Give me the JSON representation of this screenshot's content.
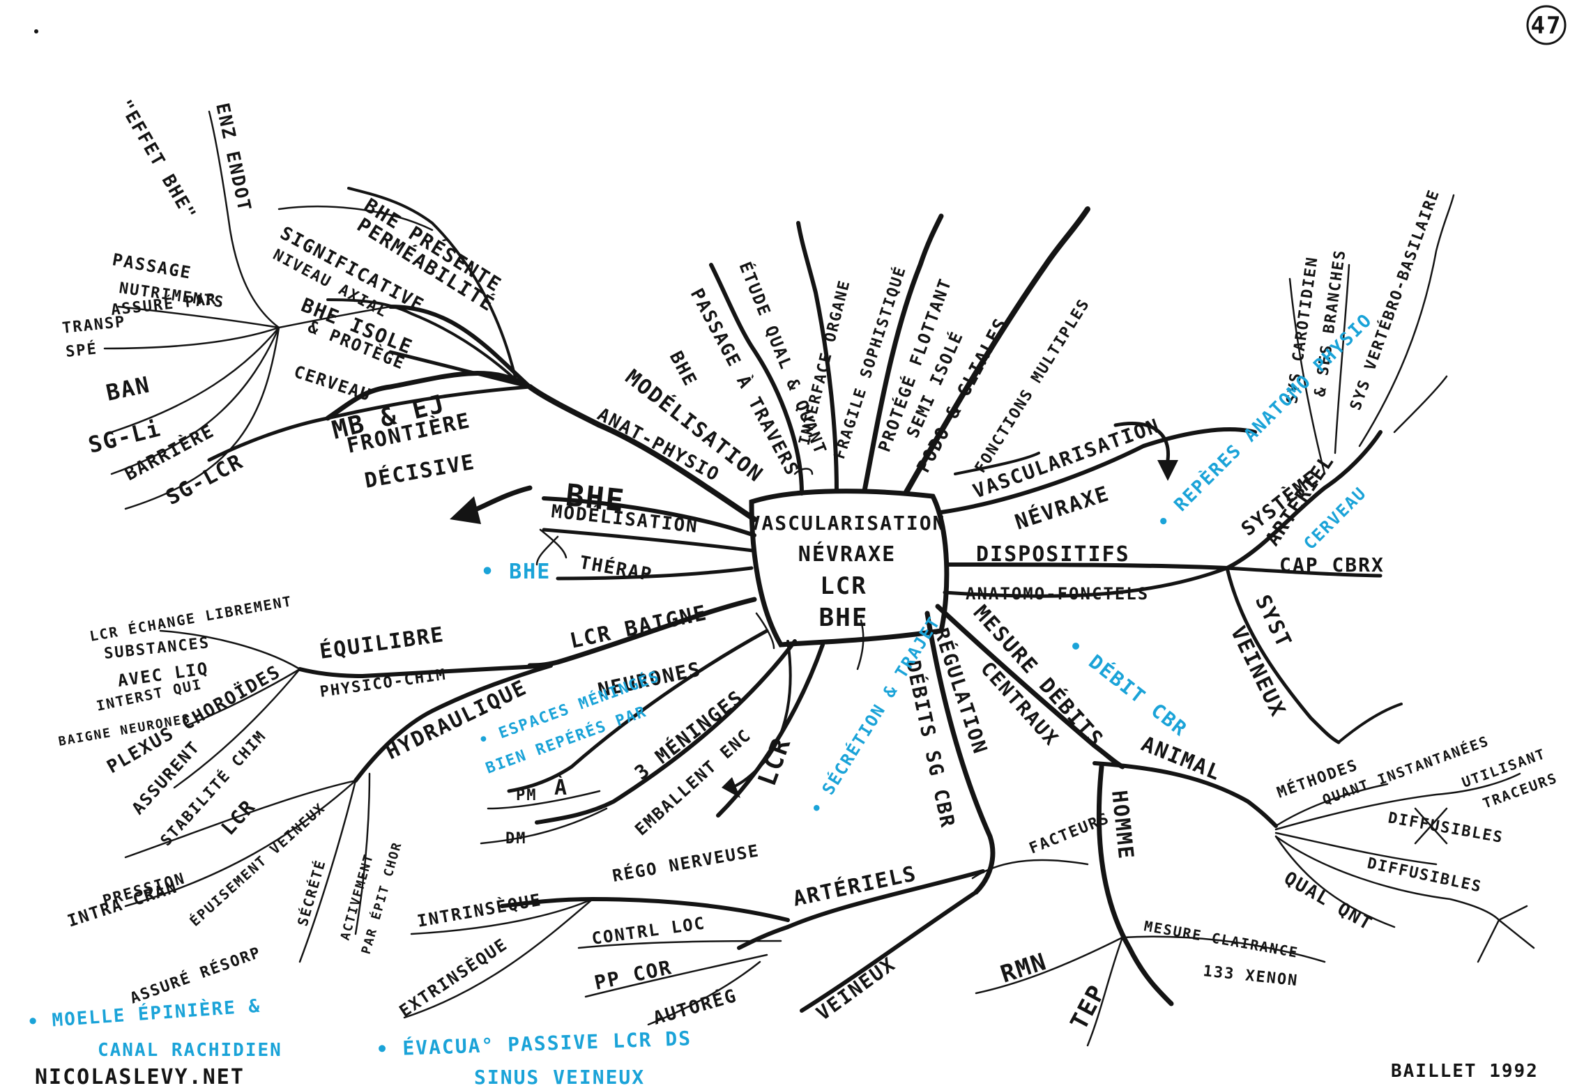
{
  "page_number": "47",
  "center": {
    "line1": "VASCULARISATION",
    "line2": "NÉVRAXE",
    "line3": "LCR",
    "line4": "BHE"
  },
  "bhe_branch": {
    "main": "BHE",
    "frontiere": "FRONTIÈRE",
    "decisive": "DÉCISIVE",
    "mb_ej": "MB & EJ",
    "cerveau": "CERVEAU",
    "bhe_isole": "BHE ISOLE",
    "et_protege": "& PROTÈGE",
    "significative": "SIGNIFICATIVE",
    "niveau_axial": "NIVEAU AXIAL",
    "bhe_presente": "BHE PRÉSENTE",
    "permeabilite": "PERMÉABILITÉ",
    "enz_endo": "ENZ ENDOT",
    "effet_bhe": "\"EFFET BHE\"",
    "passage": "PASSAGE",
    "nutriments": "NUTRIMENTS",
    "assure_par": "ASSURÉ PAR",
    "transp": "TRANSP",
    "spe": "SPÉ",
    "ban": "BAN",
    "sg_li": "SG-Li",
    "barriere": "BARRIÈRE",
    "sg_lcr": "SG-LCR",
    "anat_physio": "ANAT-PHYSIO",
    "modelisation_up": "MODÉLISATION",
    "modelisation": "MODÉLISATION",
    "therap": "THÉRAP",
    "bhe_passage": "BHE",
    "passage_travers": "PASSAGE À TRAVERS",
    "etude_qual": "ÉTUDE QUAL & QUANT",
    "blue_bhe": "• BHE"
  },
  "upper_branches": {
    "interface": "INTERFACE ORGANE",
    "fragile": "FRAGILE SOPHISTIQUÉ",
    "protege": "PROTÉGÉ FLOTTANT",
    "semi_isole": "SEMI ISOLÉ",
    "podo": "PODO & GLIALES",
    "fonctions": "FONCTIONS MULTIPLES"
  },
  "right_branch": {
    "vascularisation": "VASCULARISATION",
    "nevraxe": "NÉVRAXE",
    "dispositifs": "DISPOSITIFS",
    "anatomo": "ANATOMO-FONCTELS",
    "systeme": "SYSTÈME",
    "arteriel": "ARTÉRIEL",
    "cap_cbrx": "CAP CBRX",
    "syst": "SYST",
    "veineux": "VEINEUX",
    "sys_carotidien": "SYS CAROTIDIEN",
    "ses_branches": "& SES BRANCHES",
    "sys_vertebro": "SYS VERTÉBRO-BASILAIRE",
    "blue_reperes": "• REPÈRES ANATOMO PHYSIO",
    "blue_cerveau": "CERVEAU"
  },
  "mesure_branch": {
    "mesure_debits": "MESURE DÉBITS",
    "centraux": "CENTRAUX",
    "blue_debit": "• DÉBIT CBR",
    "animal": "ANIMAL",
    "methodes": "MÉTHODES",
    "quant_inst": "QUANT INSTANTANÉES",
    "utilisant": "UTILISANT",
    "traceurs": "TRACEURS",
    "diffusibles_crossed": "DIFFUSIBLES",
    "diffusibles": "DIFFUSIBLES",
    "qual_qnt": "QUAL QNT",
    "homme": "HOMME",
    "mesure_clairance": "MESURE CLAIRANCE",
    "xenon": "133 XENON",
    "rmn": "RMN",
    "tep": "TEP"
  },
  "regulation_branch": {
    "regulation": "RÉGULATION",
    "debits_sg_cbr": "DÉBITS SG CBR",
    "facteurs": "FACTEURS",
    "arteriels": "ARTÉRIELS",
    "veineux": "VEINEUX",
    "rego_nerveuse": "RÉGO NERVEUSE",
    "intrinseque": "INTRINSÈQUE",
    "extrinseque": "EXTRINSÈQUE",
    "contrl_loc": "CONTRL LOC",
    "pp_cor": "PP COR",
    "autoreg": "AUTORÉG",
    "blue_secretion": "• SÉCRÉTION & TRAJET"
  },
  "lcr_branch": {
    "lcr_baigne": "LCR BAIGNE",
    "neurones": "NEURONES",
    "equilibre": "ÉQUILIBRE",
    "physico_chim": "PHYSICO-CHIM",
    "lcr_echange": "LCR ÉCHANGE LIBREMENT",
    "substances": "SUBSTANCES",
    "avec_liq": "AVEC LIQ",
    "interst": "INTERST QUI",
    "baigne_neurones": "BAIGNE NEURONES",
    "plexus": "PLEXUS CHOROÏDES",
    "assurent": "ASSURENT",
    "stabilite": "STABILITÉ CHIM",
    "lcr": "LCR",
    "hydraulique": "HYDRAULIQUE",
    "pression": "PRESSION",
    "intra_cran": "INTRA CRAN",
    "epuisement": "ÉPUISEMENT VEINEUX",
    "secrete": "SÉCRÉTÉ",
    "activement": "ACTIVEMENT",
    "par_epit": "PAR ÉPIT CHOR",
    "assure_resorp": "ASSURÉ RÉSORP",
    "emballent": "EMBALLENT ENC",
    "lcr_vert": "LCR",
    "trois_meninges": "3 MÉNINGES",
    "a": "À",
    "pm": "PM",
    "dm": "DM",
    "blue_espaces": "• ESPACES MÉNINGÉS",
    "blue_bien": "BIEN REPÉRÉS PAR",
    "blue_moelle": "• MOELLE ÉPINIÈRE &",
    "blue_canal": "CANAL RACHIDIEN",
    "blue_evacua": "• ÉVACUA° PASSIVE LCR DS",
    "blue_sinus": "SINUS VEINEUX"
  },
  "footer": {
    "website": "NICOLASLEVY.NET",
    "author": "BAILLET 1992"
  }
}
